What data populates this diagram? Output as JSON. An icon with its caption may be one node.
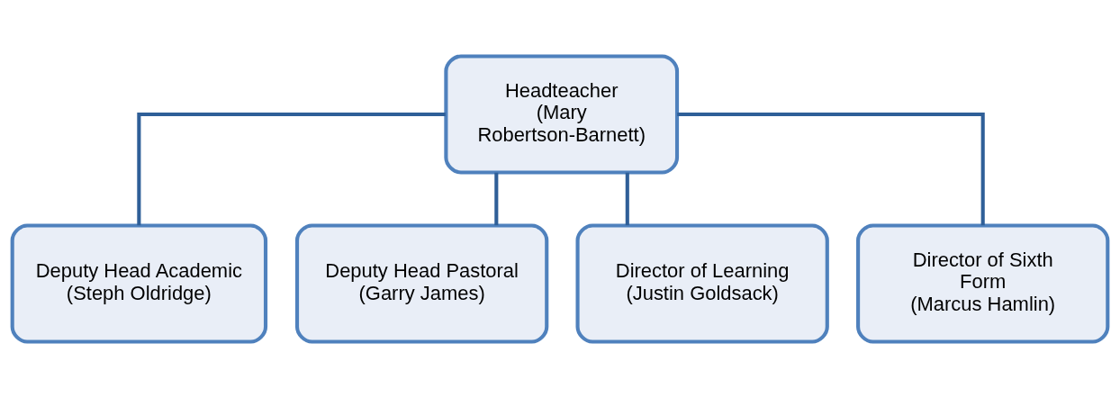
{
  "diagram": {
    "nodes": [
      {
        "text": [
          "Headteacher",
          "(Mary Robertson-Barnett)"
        ]
      },
      {
        "text": [
          "Deputy Head Academic (Steph Oldridge)"
        ]
      },
      {
        "text": [
          "Deputy Head Pastoral",
          "(Garry James)"
        ]
      },
      {
        "text": [
          "Director of Learning",
          "(Justin Goldsack)"
        ]
      },
      {
        "text": [
          "Director of Sixth Form",
          "(Marcus Hamlin)"
        ]
      }
    ],
    "edges": [
      {
        "from": 0,
        "to": 1,
        "arrow": "none"
      },
      {
        "from": 0,
        "to": 2,
        "arrow": "none"
      },
      {
        "from": 0,
        "to": 3,
        "arrow": "none"
      },
      {
        "from": 0,
        "to": 4,
        "arrow": "none"
      }
    ]
  }
}
